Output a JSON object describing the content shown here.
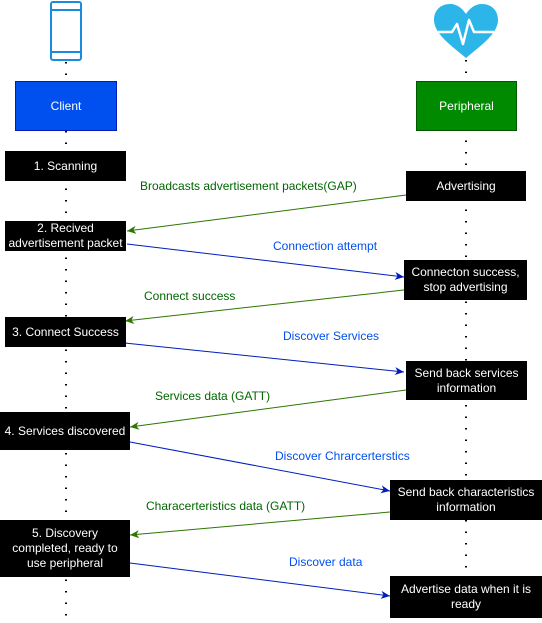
{
  "client": {
    "label": "Client"
  },
  "peripheral": {
    "label": "Peripheral"
  },
  "client_steps": {
    "scanning": "1. Scanning",
    "received": "2. Recived\nadvertisement packet",
    "connect_success": "3. Connect Success",
    "services_discovered": "4. Services discovered",
    "discovery_completed": "5. Discovery\ncompleted, ready  to\nuse peripheral"
  },
  "peripheral_steps": {
    "advertising": "Advertising",
    "connection_success": "Connecton success,\nstop advertising",
    "send_services": "Send back services\ninformation",
    "send_characteristics": "Send back characteristics\ninformation",
    "advertise_data": "Advertise data when it is\nready"
  },
  "messages": {
    "broadcasts": "Broadcasts advertisement packets(GAP)",
    "connection_attempt": "Connection attempt",
    "connect_success": "Connect success",
    "discover_services": "Discover Services",
    "services_data": "Services data (GATT)",
    "discover_characteristics": "Discover Chrarcerterstics",
    "characteristics_data": "Characerteristics data (GATT)",
    "discover_data": "Discover data"
  },
  "colors": {
    "client": "#0050ef",
    "peripheral": "#008a00",
    "request_arrow": "#001dbc",
    "response_arrow": "#2d7600",
    "heart": "#2cb5e8"
  },
  "icons": {
    "client": "smartphone-icon",
    "peripheral": "heartbeat-heart-icon"
  }
}
